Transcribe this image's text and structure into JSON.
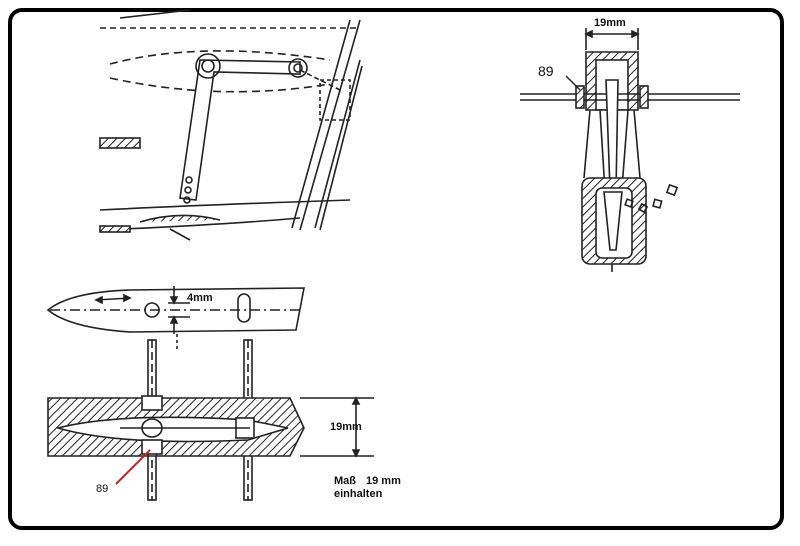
{
  "labels": {
    "top_width": "19mm",
    "ref_top": "89",
    "slot_dim": "4mm",
    "side_height": "19mm",
    "note_line1": "Maß",
    "note_value": "19 mm",
    "note_line2": "einhalten",
    "ref_bottom": "89"
  },
  "colors": {
    "ink": "#222222",
    "frame": "#000000",
    "leader": "#cc1f1f"
  }
}
